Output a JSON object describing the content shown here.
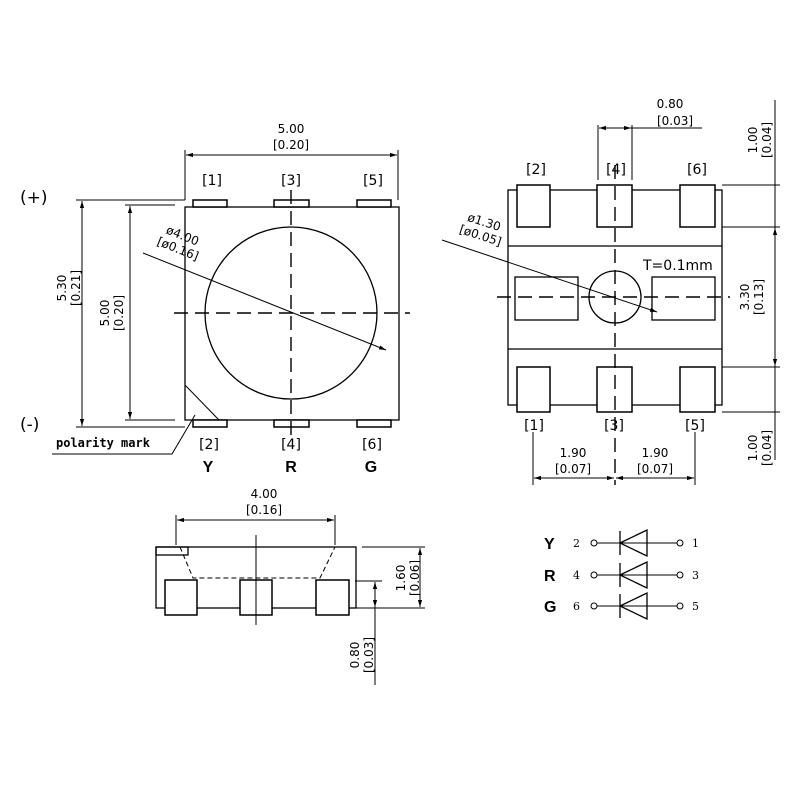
{
  "top_view": {
    "width_dim": [
      "5.00",
      "[0.20]"
    ],
    "height_outer_dim": [
      "5.30",
      "[0.21]"
    ],
    "height_body_dim": [
      "5.00",
      "[0.20]"
    ],
    "lens_dim": [
      "ø4.00",
      "[ø0.16]"
    ],
    "plus": "(+)",
    "minus": "(-)",
    "polarity": "polarity mark",
    "top_pins": [
      "[1]",
      "[3]",
      "[5]"
    ],
    "bottom_pins": [
      "[2]",
      "[4]",
      "[6]"
    ],
    "colors": [
      "Y",
      "R",
      "G"
    ]
  },
  "bottom_view": {
    "pad_width_dim": [
      "0.80",
      "[0.03]"
    ],
    "pad_dia_dim": [
      "ø1.30",
      "[ø0.05]"
    ],
    "thickness": "T=0.1mm",
    "top_pad_dim": [
      "1.00",
      "[0.04]"
    ],
    "mid_dim": [
      "3.30",
      "[0.13]"
    ],
    "bottom_pad_dim": [
      "1.00",
      "[0.04]"
    ],
    "pitch_dims": [
      [
        "1.90",
        "[0.07]"
      ],
      [
        "1.90",
        "[0.07]"
      ]
    ],
    "top_pins": [
      "[2]",
      "[4]",
      "[6]"
    ],
    "bottom_pins": [
      "[1]",
      "[3]",
      "[5]"
    ]
  },
  "side_view": {
    "width_dim": [
      "4.00",
      "[0.16]"
    ],
    "height_dim": [
      "1.60",
      "[0.06]"
    ],
    "pad_height_dim": [
      "0.80",
      "[0.03]"
    ]
  },
  "schematic": [
    {
      "color": "Y",
      "anode": "2",
      "cathode": "1"
    },
    {
      "color": "R",
      "anode": "4",
      "cathode": "3"
    },
    {
      "color": "G",
      "anode": "6",
      "cathode": "5"
    }
  ]
}
